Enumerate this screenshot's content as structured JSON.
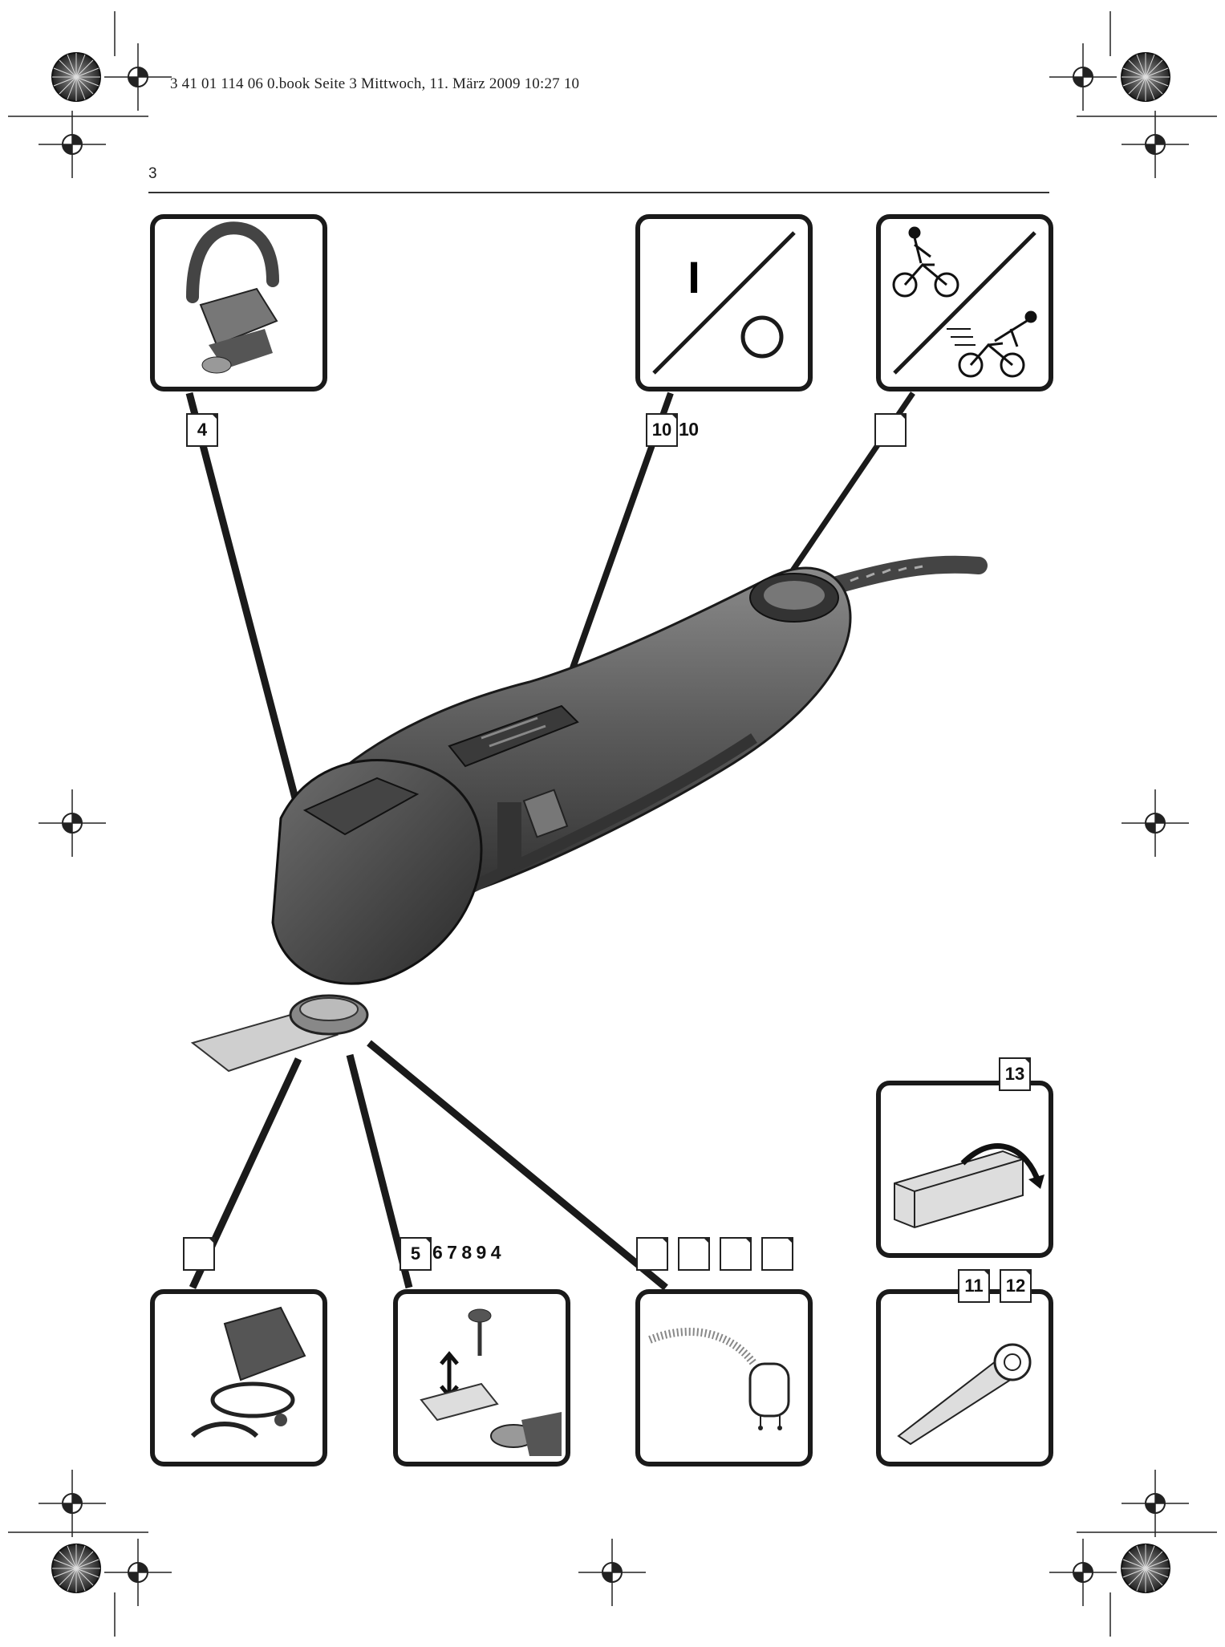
{
  "header": {
    "print_info": "3 41 01 114 06 0.book  Seite 3  Mittwoch, 11. März 2009  10:27 10"
  },
  "page": {
    "number": "3"
  },
  "callouts": {
    "handle": {
      "ref": "4"
    },
    "switch": {
      "ref_box": "10",
      "ref_extra": "10"
    },
    "speed": {
      "ref": ""
    },
    "depth_stop": {
      "ref": ""
    },
    "tool_change": {
      "ref_box": "5",
      "ref_extra": "6 7 8 9 4"
    },
    "extraction": {
      "refs": [
        "",
        "",
        "",
        ""
      ]
    },
    "storage": {
      "ref": "13"
    },
    "accessories": {
      "refs": [
        "11",
        "12"
      ]
    }
  },
  "icons": {
    "switch_on_symbol": "I",
    "switch_off_symbol": "O"
  },
  "colors": {
    "frame": "#1a1a1a",
    "tool_body": "#5a5a5a",
    "tool_dark": "#2e2e2e",
    "paper": "#ffffff"
  }
}
